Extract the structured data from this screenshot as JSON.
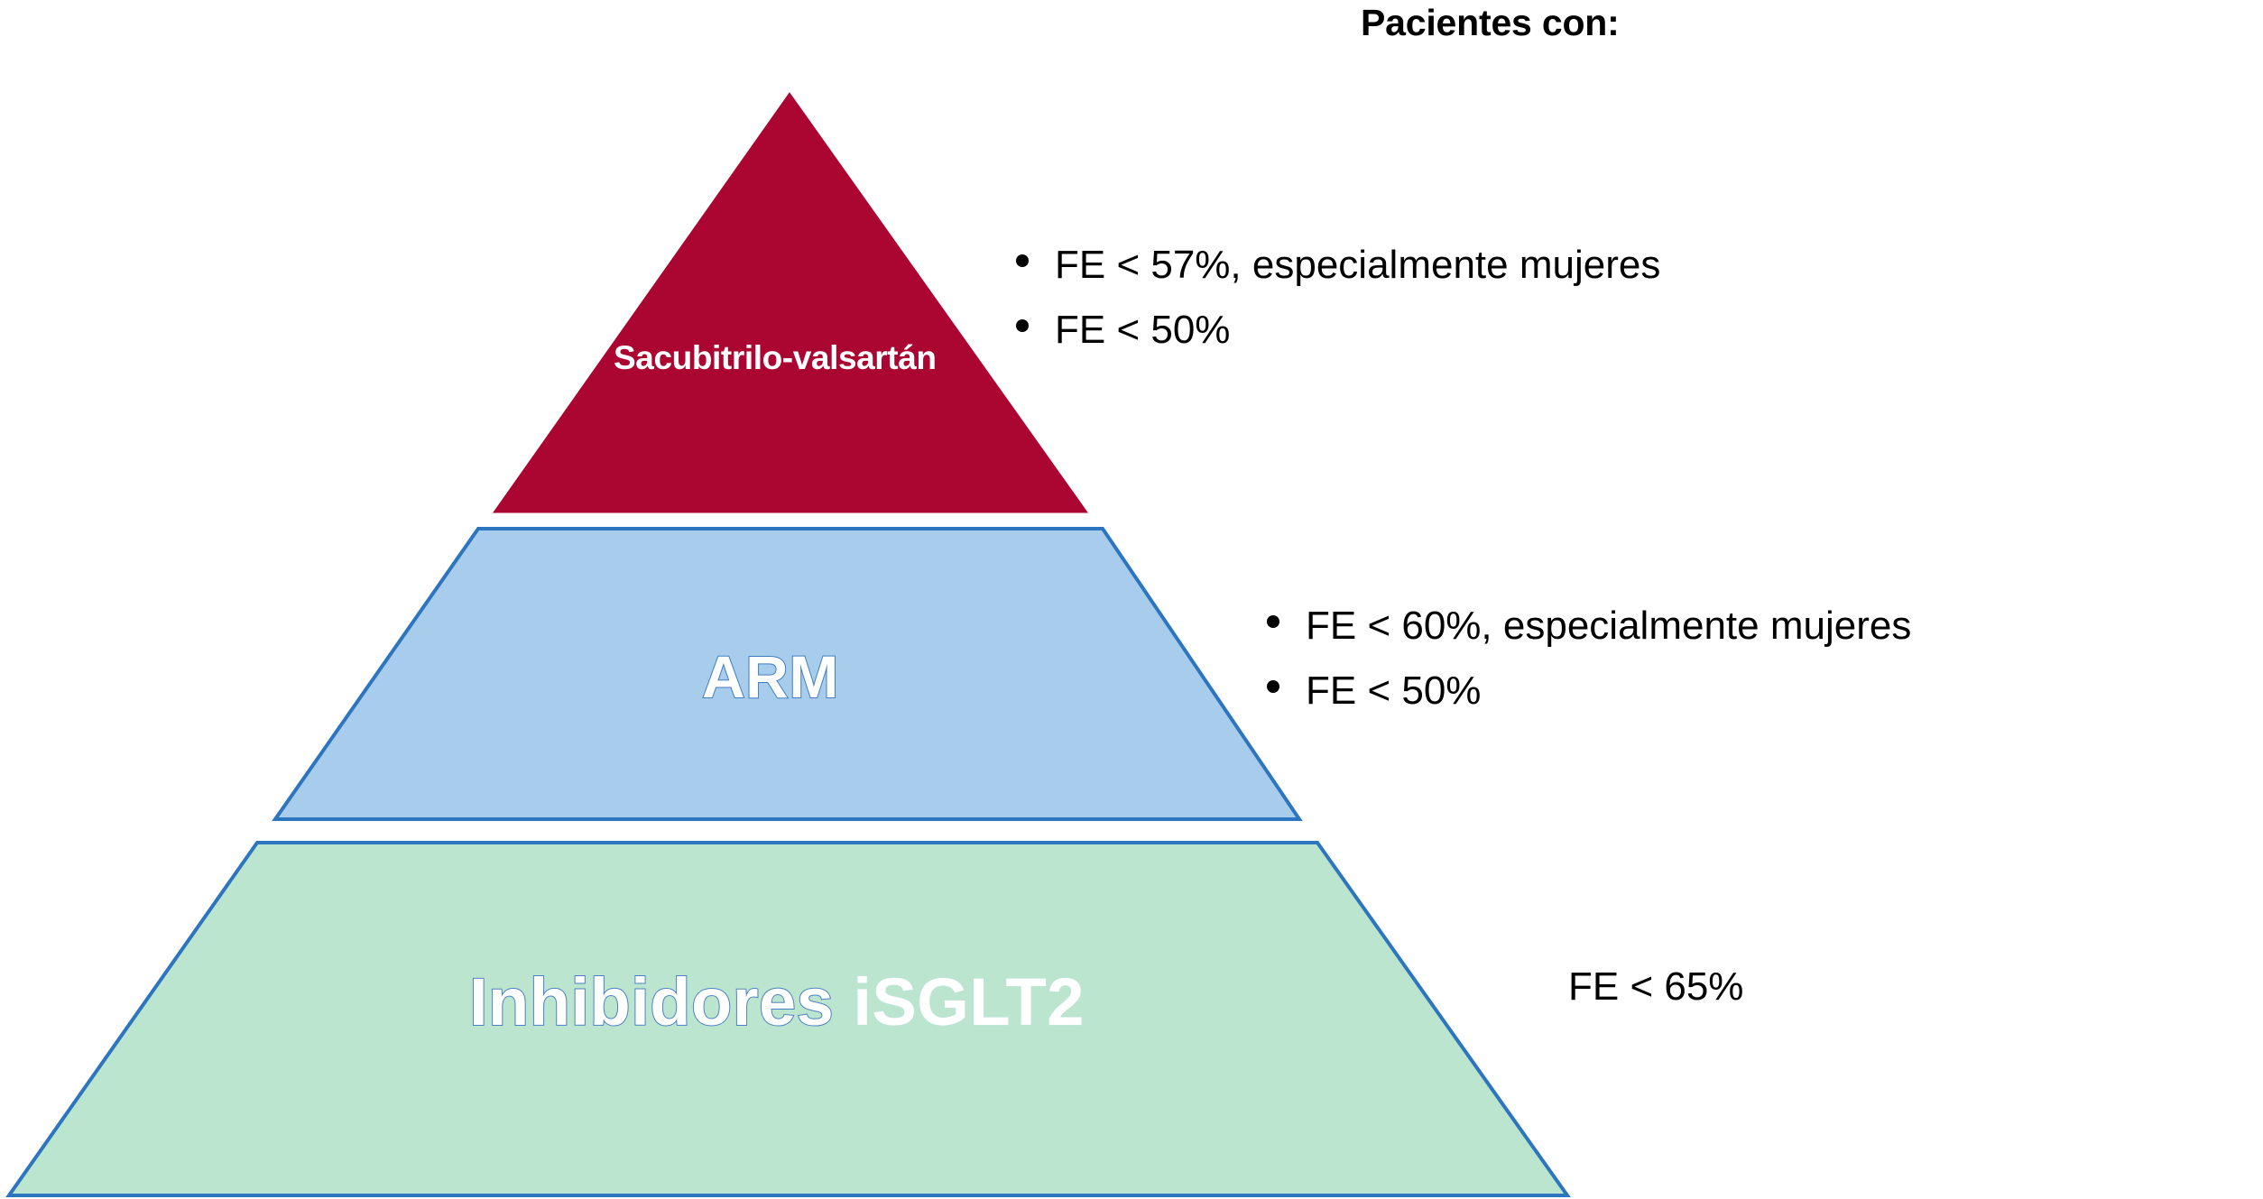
{
  "header": {
    "title": "Pacientes con:"
  },
  "colors": {
    "tier_top_fill": "#AB0532",
    "tier_mid_fill": "#A8CCEB",
    "tier_bot_fill": "#BBE5CE",
    "tier_stroke": "#2E75C0",
    "text_dark": "#000000",
    "text_light": "#FFFFFF"
  },
  "pyramid": {
    "tiers": [
      {
        "id": "sacubitrilo-valsartan",
        "label": "Sacubitrilo-valsartán",
        "fill": "#AB0532",
        "label_color": "#FFFFFF"
      },
      {
        "id": "arm",
        "label": "ARM",
        "fill": "#A8CCEB",
        "label_color": "#FFFFFF"
      },
      {
        "id": "inhibidores-isglt2",
        "label": "Inhibidores iSGLT2",
        "label_part_outlined": "Inhibidores",
        "label_part_plain": "iSGLT2",
        "fill": "#BBE5CE",
        "label_color": "#FFFFFF"
      }
    ]
  },
  "annotations": {
    "top": {
      "bulleted": true,
      "lines": [
        "FE < 57%, especialmente mujeres",
        "FE < 50%"
      ]
    },
    "middle": {
      "bulleted": true,
      "lines": [
        "FE < 60%, especialmente mujeres",
        "FE < 50%"
      ]
    },
    "bottom": {
      "bulleted": false,
      "lines": [
        "FE < 65%"
      ]
    }
  }
}
